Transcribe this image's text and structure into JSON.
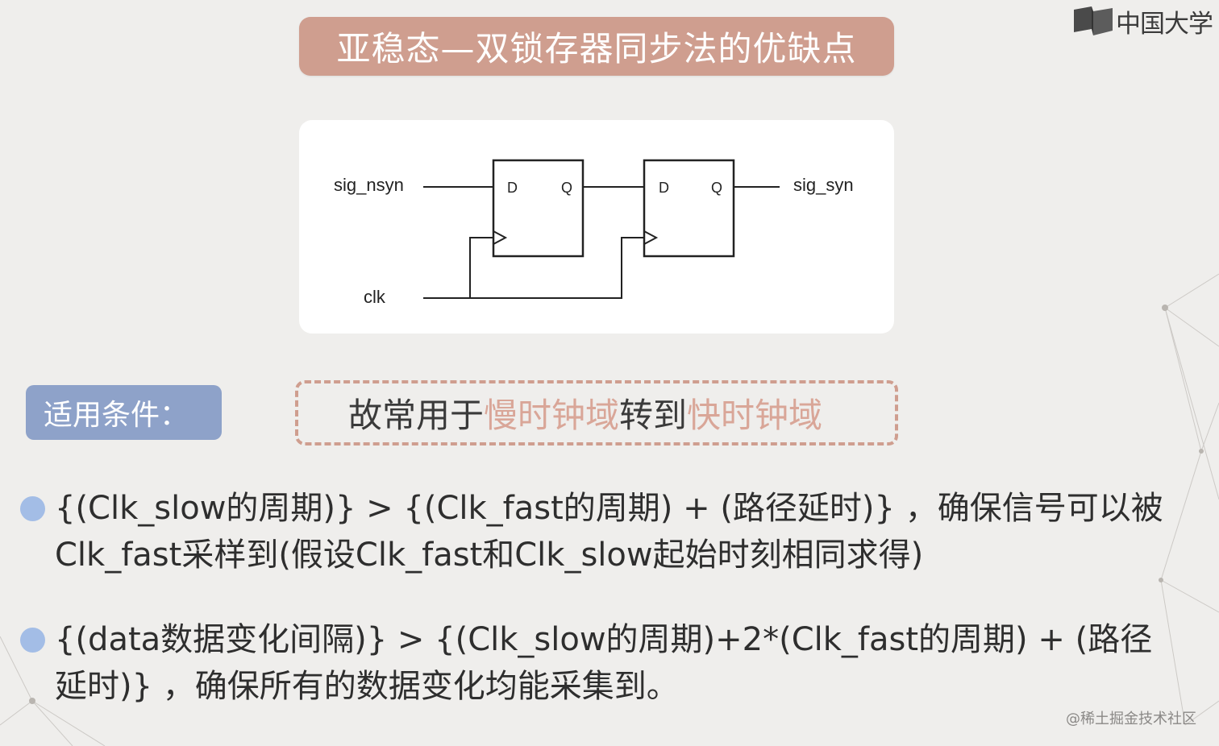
{
  "logo": {
    "text": "中国大学"
  },
  "title": "亚稳态—双锁存器同步法的优缺点",
  "diagram": {
    "input_signal": "sig_nsyn",
    "output_signal": "sig_syn",
    "clock_signal": "clk",
    "flipflops": [
      {
        "d_label": "D",
        "q_label": "Q"
      },
      {
        "d_label": "D",
        "q_label": "Q"
      }
    ]
  },
  "condition": {
    "badge_label": "适用条件：",
    "text_prefix": "故常用于",
    "text_slow": "慢时钟域",
    "text_mid": "转到",
    "text_fast": "快时钟域"
  },
  "bullets": [
    {
      "line1": "{(Clk_slow的周期)} > {(Clk_fast的周期) + (路径延时)} ，确保信号可以被",
      "line2": "Clk_fast采样到(假设Clk_fast和Clk_slow起始时刻相同求得)"
    },
    {
      "line1": "{(data数据变化间隔)} > {(Clk_slow的周期)+2*(Clk_fast的周期) + (路径",
      "line2": "延时)} ，确保所有的数据变化均能采集到。"
    }
  ],
  "watermark": "@稀土掘金技术社区",
  "colors": {
    "title_bg": "#cf9e8f",
    "badge_bg": "#8ea2c9",
    "highlight": "#d9a698",
    "bullet_dot": "#a3bde6"
  }
}
